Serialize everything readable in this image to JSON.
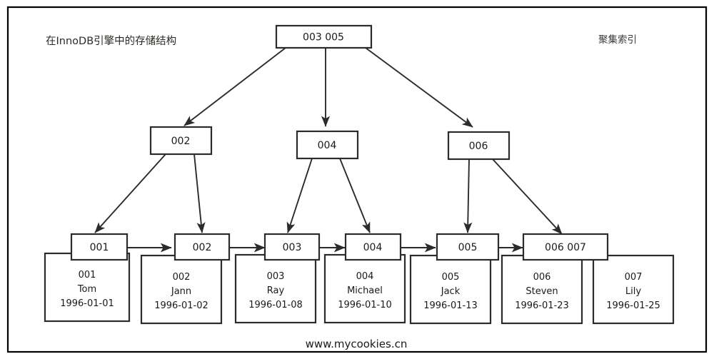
{
  "diagram": {
    "title": "在InnoDB引擎中的存储结构",
    "corner_label": "聚集索引",
    "footer": "www.mycookies.cn",
    "colors": {
      "background": "#ffffff",
      "border": "#000000",
      "box_stroke": "#2b2b2b",
      "text": "#1a1a1a",
      "title_text": "#2e2a26"
    },
    "root": {
      "label": "003  005"
    },
    "internal_nodes": [
      {
        "label": "002"
      },
      {
        "label": "004"
      },
      {
        "label": "006"
      }
    ],
    "leaf_keys": [
      {
        "label": "001"
      },
      {
        "label": "002"
      },
      {
        "label": "003"
      },
      {
        "label": "004"
      },
      {
        "label": "005"
      },
      {
        "label": "006  007"
      }
    ],
    "records": [
      {
        "id": "001",
        "name": "Tom",
        "date": "1996-01-01"
      },
      {
        "id": "002",
        "name": "Jann",
        "date": "1996-01-02"
      },
      {
        "id": "003",
        "name": "Ray",
        "date": "1996-01-08"
      },
      {
        "id": "004",
        "name": "Michael",
        "date": "1996-01-10"
      },
      {
        "id": "005",
        "name": "Jack",
        "date": "1996-01-13"
      },
      {
        "id": "006",
        "name": "Steven",
        "date": "1996-01-23"
      },
      {
        "id": "007",
        "name": "Lily",
        "date": "1996-01-25"
      }
    ]
  }
}
